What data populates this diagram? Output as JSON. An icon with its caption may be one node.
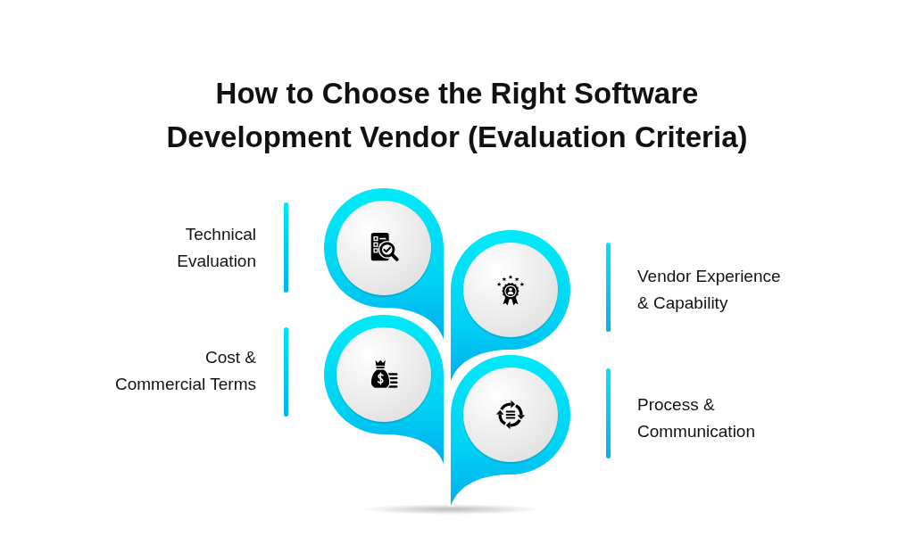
{
  "diagram": {
    "title": "How to Choose the Right Software Development Vendor (Evaluation Criteria)",
    "nodes": [
      {
        "text": [],
        "shape": "circle",
        "beside": [
          "Technical Evaluation"
        ]
      },
      {
        "text": [],
        "shape": "circle",
        "beside": [
          "Vendor Experience & Capability"
        ]
      },
      {
        "text": [],
        "shape": "circle",
        "beside": [
          "Cost & Commercial Terms"
        ]
      },
      {
        "text": [],
        "shape": "circle",
        "beside": [
          "Process & Communication"
        ]
      }
    ]
  }
}
